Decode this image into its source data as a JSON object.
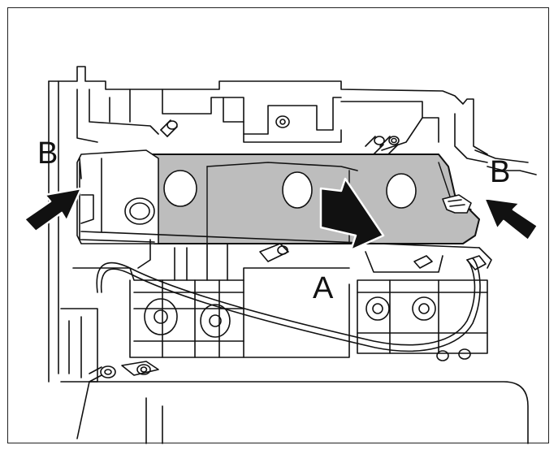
{
  "figure": {
    "callouts": {
      "left_b": "B",
      "right_b": "B",
      "a": "A"
    },
    "colors": {
      "line": "#111111",
      "highlight": "#bdbdbd",
      "background": "#ffffff"
    }
  }
}
